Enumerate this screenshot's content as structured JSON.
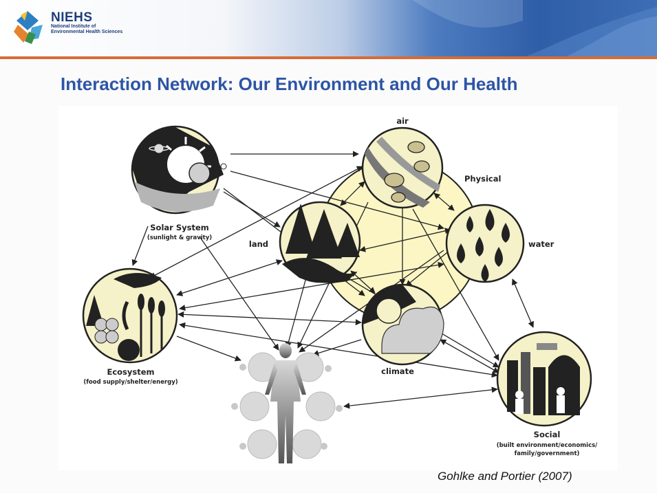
{
  "header": {
    "logo_acronym": "NIEHS",
    "logo_line1": "National Institute of",
    "logo_line2": "Environmental Health Sciences"
  },
  "title": "Interaction Network: Our Environment and Our Health",
  "diagram": {
    "nodes": {
      "solar": {
        "label": "Solar System",
        "sublabel": "(sunlight & gravity)"
      },
      "air": {
        "label": "air"
      },
      "physical": {
        "label": "Physical"
      },
      "land": {
        "label": "land"
      },
      "water": {
        "label": "water"
      },
      "climate": {
        "label": "climate"
      },
      "ecosystem": {
        "label": "Ecosystem",
        "sublabel": "(food supply/shelter/energy)"
      },
      "social": {
        "label": "Social",
        "sublabel1": "(built environment/economics/",
        "sublabel2": "family/government)"
      }
    }
  },
  "citation": "Gohlke and Portier (2007)",
  "colors": {
    "title": "#2d55a5",
    "logo": "#1d3d7a",
    "header_band": "#3567ad",
    "header_rule": "#d96a36",
    "physical_fill": "#fbf6c4",
    "circle_fill": "#f5f1c8"
  }
}
